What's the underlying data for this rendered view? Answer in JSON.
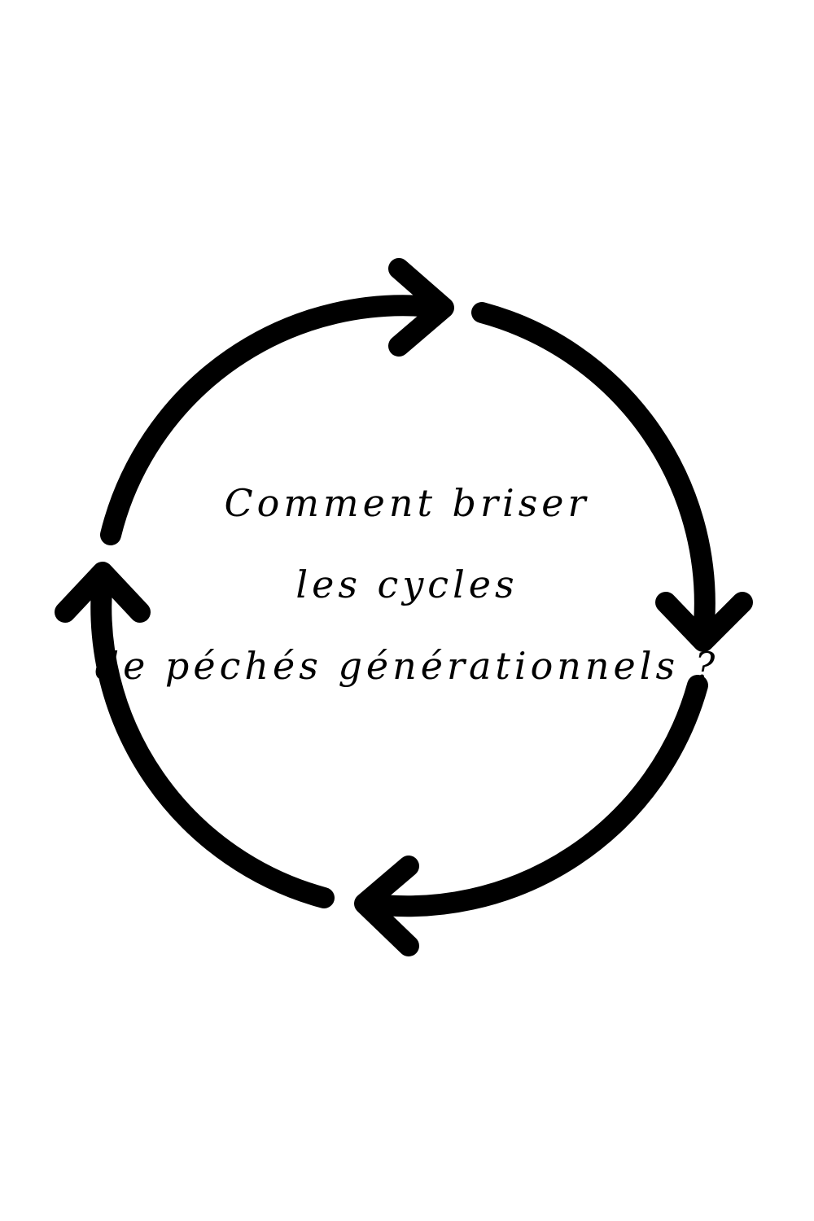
{
  "diagram": {
    "caption_lines": [
      "Comment briser",
      "les cycles",
      "de péchés générationnels ?"
    ],
    "arrow_count": 4,
    "direction": "clockwise",
    "colors": {
      "background": "#ffffff",
      "stroke": "#000000",
      "text": "#000000"
    }
  }
}
